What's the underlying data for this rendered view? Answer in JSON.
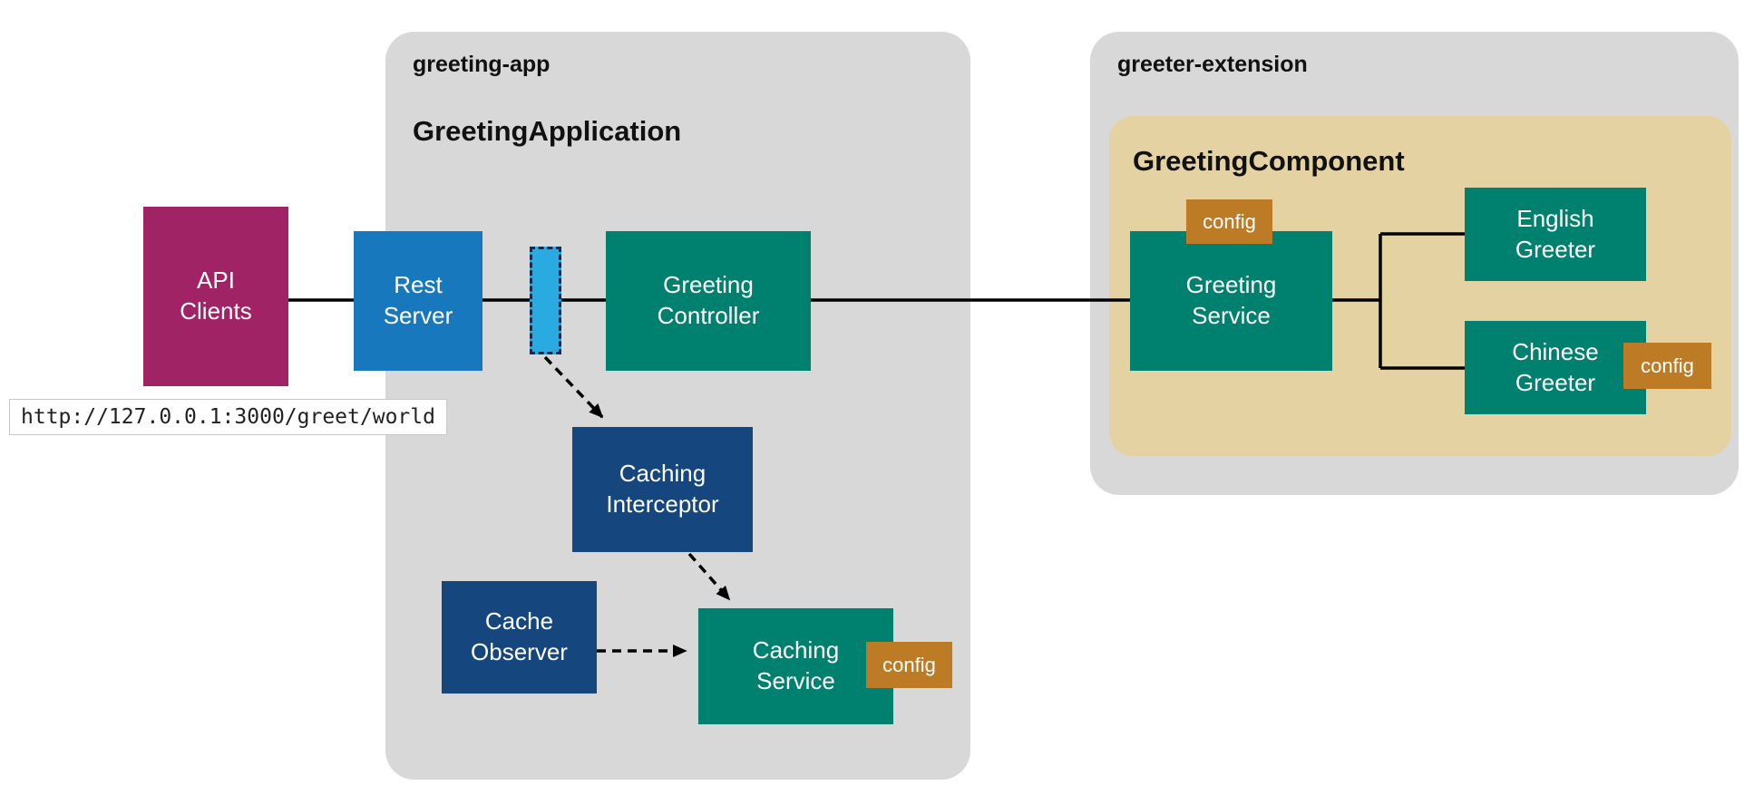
{
  "diagram": {
    "url": "http://127.0.0.1:3000/greet/world",
    "containers": {
      "greeting_app": {
        "label": "greeting-app",
        "title": "GreetingApplication"
      },
      "greeter_extension": {
        "label": "greeter-extension"
      },
      "greeting_component": {
        "title": "GreetingComponent"
      }
    },
    "nodes": {
      "api_clients": {
        "label": "API\nClients"
      },
      "rest_server": {
        "label": "Rest\nServer"
      },
      "greeting_controller": {
        "label": "Greeting\nController"
      },
      "caching_interceptor": {
        "label": "Caching\nInterceptor"
      },
      "cache_observer": {
        "label": "Cache\nObserver"
      },
      "caching_service": {
        "label": "Caching\nService"
      },
      "greeting_service": {
        "label": "Greeting\nService"
      },
      "english_greeter": {
        "label": "English\nGreeter"
      },
      "chinese_greeter": {
        "label": "Chinese\nGreeter"
      }
    },
    "badges": {
      "greeting_service": "config",
      "chinese_greeter": "config",
      "caching_service": "config"
    },
    "colors": {
      "magenta": "#a02366",
      "blue": "#1878be",
      "light_blue": "#29abe2",
      "teal": "#00806e",
      "navy": "#15477e",
      "config": "#bd7b25",
      "container_gray": "#d8d8d8",
      "component_tan": "#e5d2a2"
    }
  }
}
